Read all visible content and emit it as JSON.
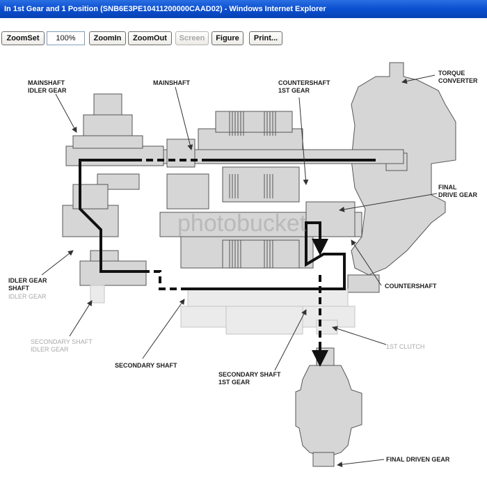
{
  "window": {
    "title": "In 1st Gear and 1 Position (SNB6E3PE10411200000CAAD02) - Windows Internet Explorer"
  },
  "toolbar": {
    "zoomset_label": "ZoomSet",
    "zoom_value": "100%",
    "zoomin_label": "ZoomIn",
    "zoomout_label": "ZoomOut",
    "screen_label": "Screen",
    "figure_label": "Figure",
    "print_label": "Print..."
  },
  "diagram": {
    "labels": {
      "mainshaft_idler_gear": [
        "MAINSHAFT",
        "IDLER GEAR"
      ],
      "mainshaft": "MAINSHAFT",
      "countershaft_1st_gear": [
        "COUNTERSHAFT",
        "1ST GEAR"
      ],
      "torque_converter": [
        "TORQUE",
        "CONVERTER"
      ],
      "final_drive_gear": [
        "FINAL",
        "DRIVE GEAR"
      ],
      "idler_gear_shaft": [
        "IDLER GEAR",
        "SHAFT"
      ],
      "idler_gear": "IDLER GEAR",
      "countershaft": "COUNTERSHAFT",
      "secondary_shaft_idler_gear": [
        "SECONDARY SHAFT",
        "IDLER GEAR"
      ],
      "secondary_shaft": "SECONDARY SHAFT",
      "secondary_shaft_1st_gear": [
        "SECONDARY SHAFT",
        "1ST GEAR"
      ],
      "first_clutch": "1ST CLUTCH",
      "final_driven_gear": "FINAL DRIVEN GEAR"
    },
    "watermark": "photobucket",
    "colors": {
      "component_fill": "#d6d6d6",
      "faded_fill": "#ebebeb",
      "outline": "#555555",
      "power_path": "#111111"
    }
  }
}
